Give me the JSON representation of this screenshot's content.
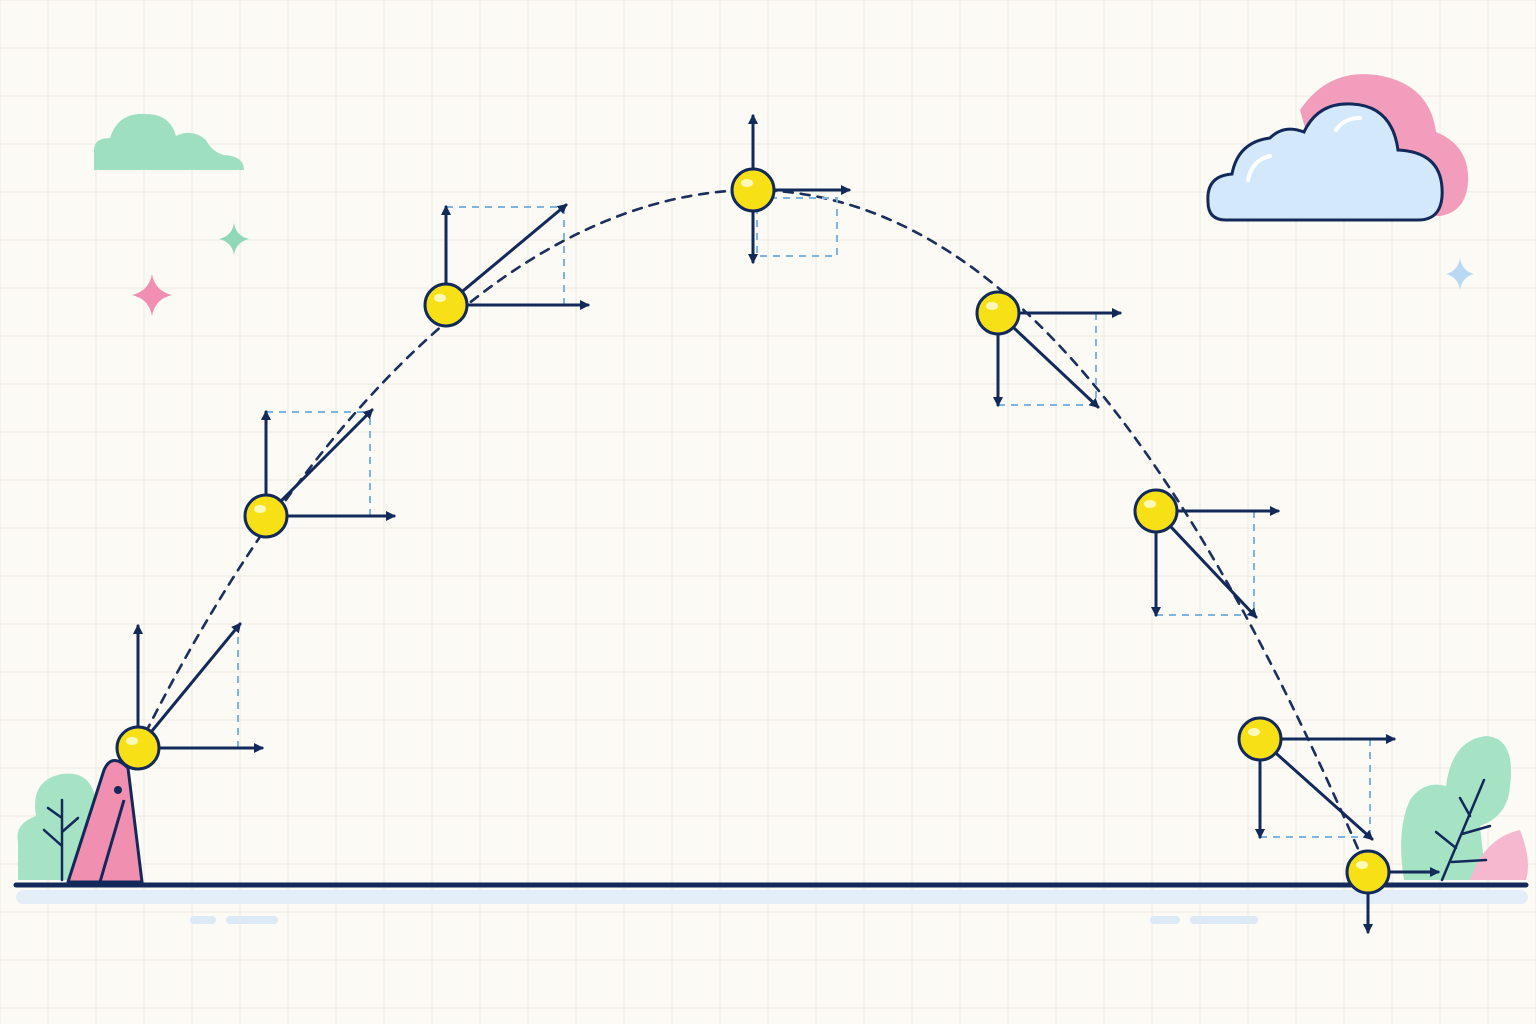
{
  "diagram": {
    "type": "projectile-motion",
    "velocity_components": [
      "horizontal",
      "vertical",
      "resultant"
    ],
    "ball_positions": 8,
    "colors": {
      "background": "#fbfaf4",
      "grid": "#eceae0",
      "vector": "#12295a",
      "helper": "#7fb4e0",
      "ball": "#f7e116",
      "launcher": "#f08fb0",
      "cloud_blue": "#d4e8fb",
      "cloud_pink": "#f39dbd",
      "cloud_green": "#9edfbf",
      "bush_green": "#a6e2c4"
    },
    "icons": [
      "launcher-icon",
      "cloud-icon",
      "sparkle-icon",
      "bush-icon"
    ]
  }
}
